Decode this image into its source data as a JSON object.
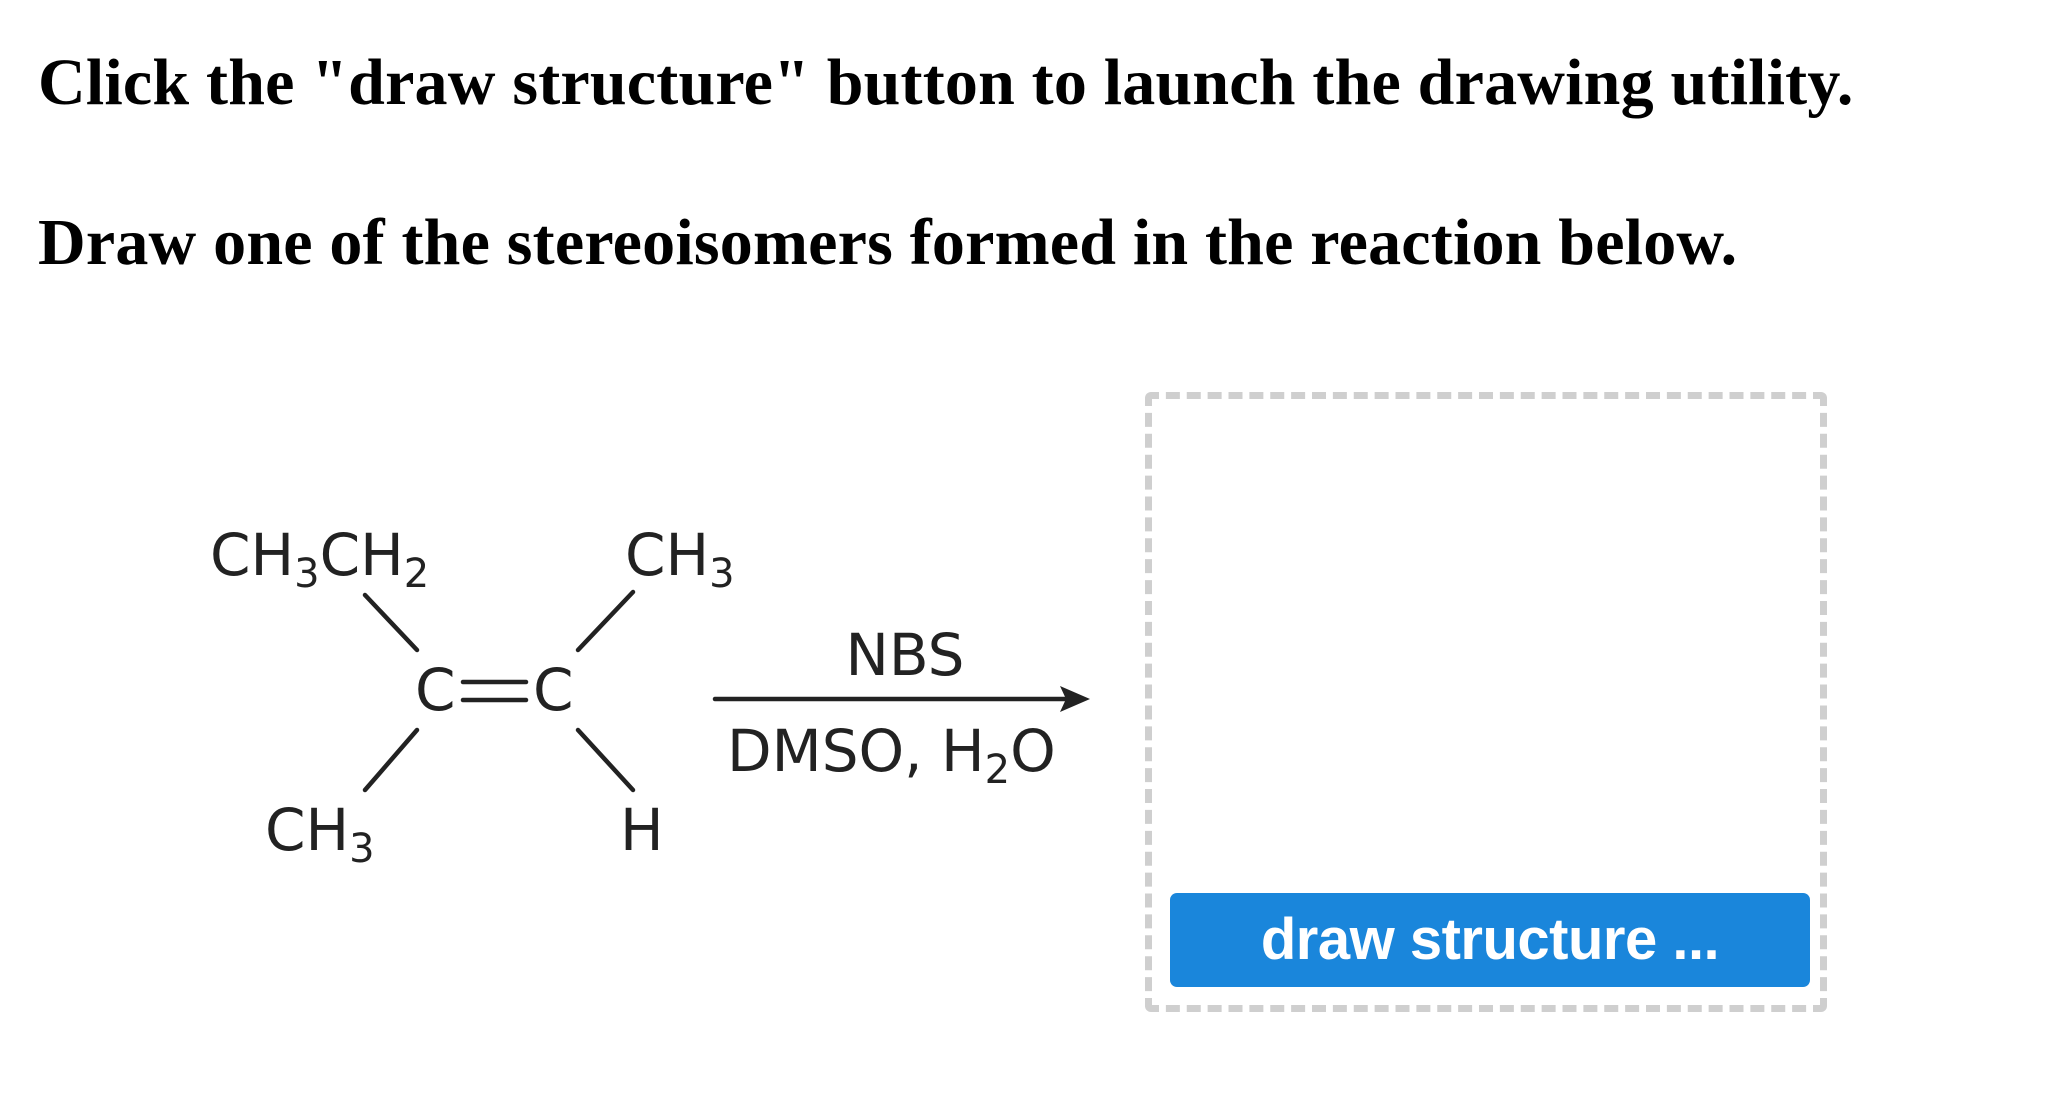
{
  "instructions": {
    "line1": "Click the \"draw structure\" button to launch the drawing utility.",
    "line2": "Draw one of the stereoisomers formed in the reaction below."
  },
  "reaction": {
    "reactant": {
      "top_left": "CH3CH2",
      "top_right": "CH3",
      "bottom_left": "CH3",
      "bottom_right": "H",
      "left_carbon": "C",
      "double_bond": "=",
      "right_carbon": "C"
    },
    "reagent_above_arrow": "NBS",
    "reagents_below_arrow": "DMSO, H2O"
  },
  "answer_box": {
    "button_label": "draw structure ...",
    "button_color": "#1a86db",
    "border_color": "#cfcfcf"
  }
}
